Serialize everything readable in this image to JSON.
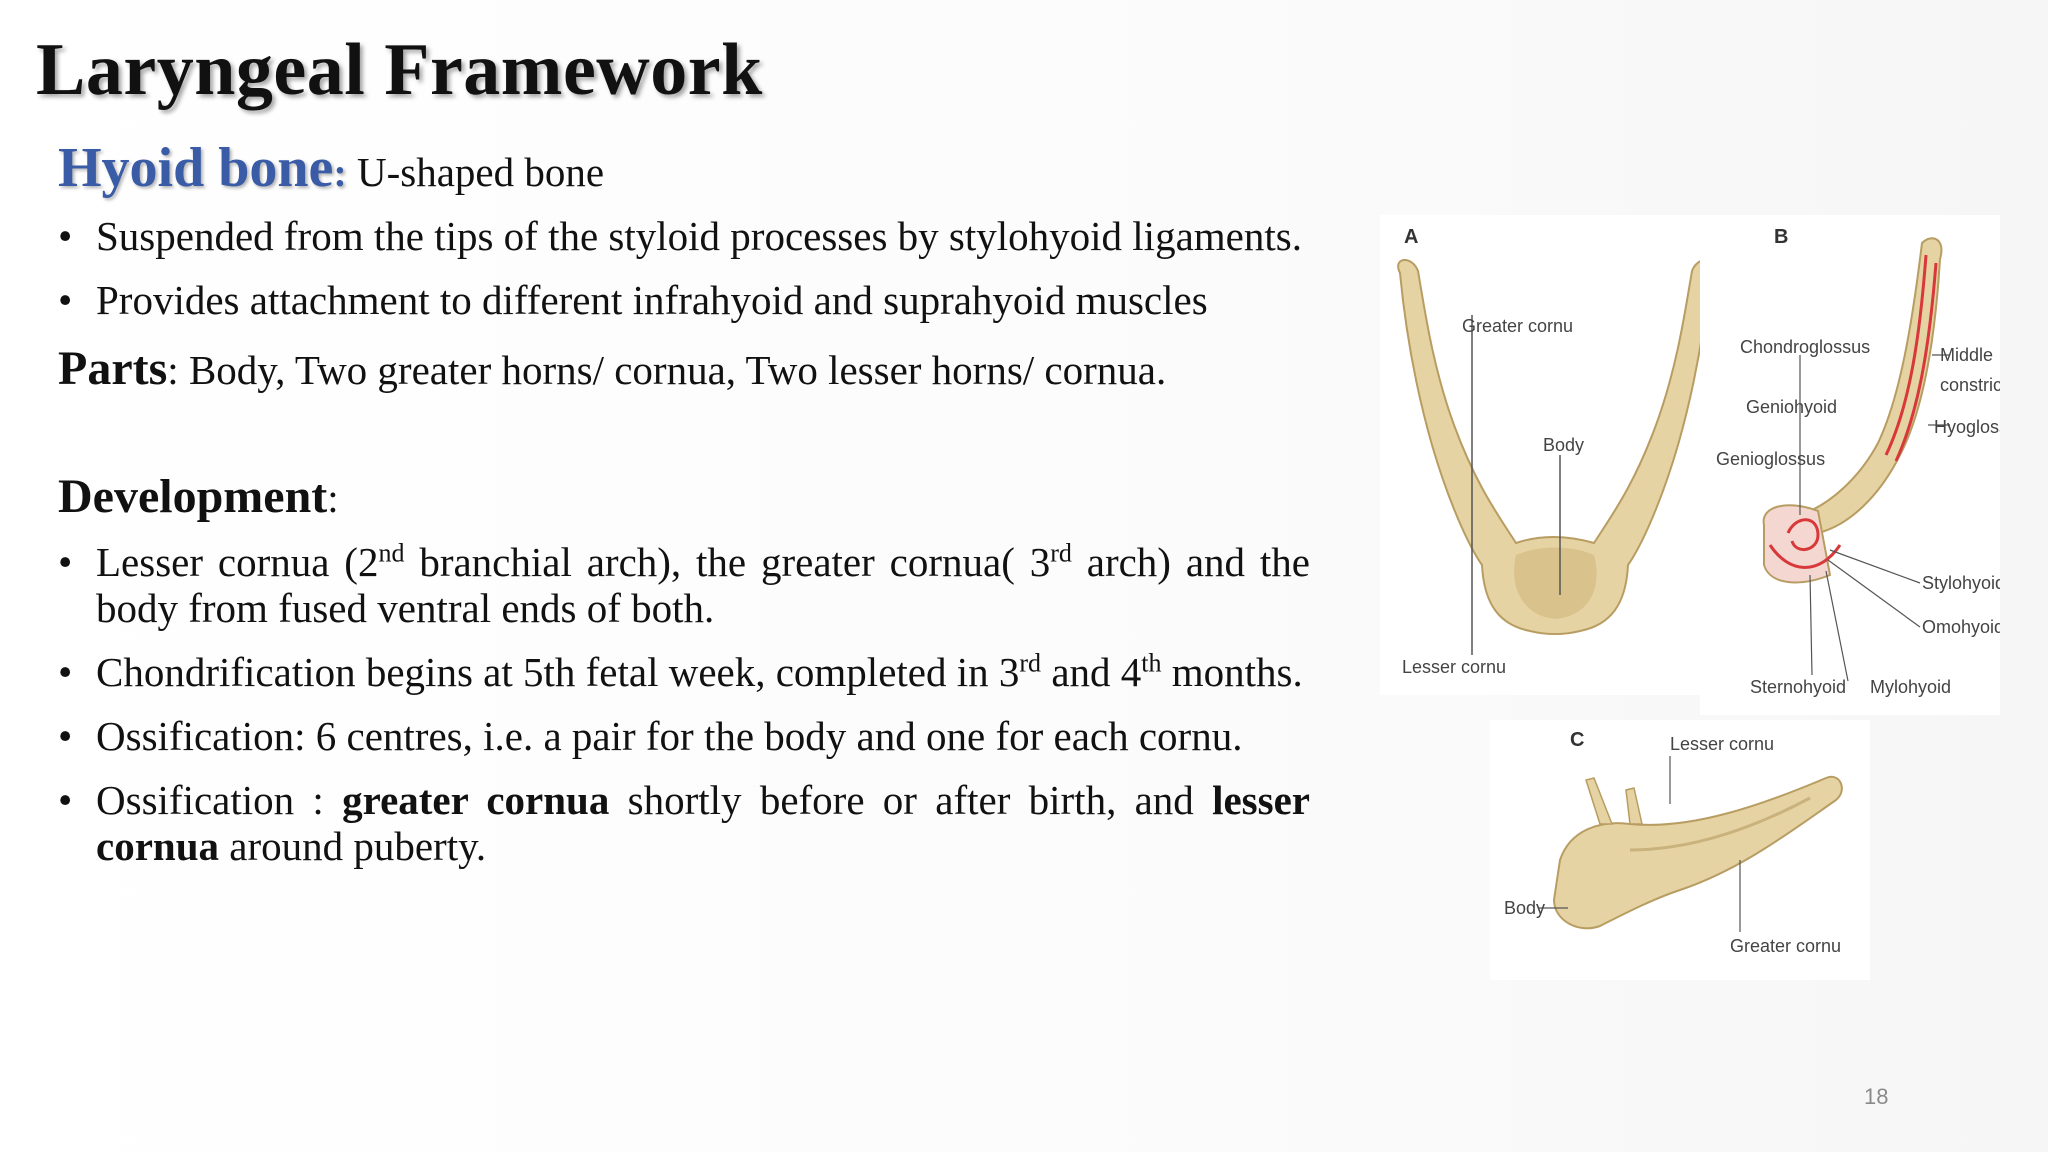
{
  "slide": {
    "title": "Laryngeal Framework",
    "page_number": "18"
  },
  "hyoid": {
    "label": "Hyoid bone",
    "colon": ":",
    "desc": " U-shaped bone",
    "bullets": [
      "Suspended from the tips of the styloid processes by stylohyoid ligaments.",
      "Provides attachment to different infrahyoid and suprahyoid muscles"
    ]
  },
  "parts": {
    "label": "Parts",
    "colon": ":",
    "text": "  Body, Two greater horns/ cornua, Two lesser horns/ cornua."
  },
  "development": {
    "label": "Development",
    "colon": ":",
    "b1": {
      "t1": "Lesser cornua (2",
      "s1": "nd",
      "t2": " branchial arch), the greater cornua( 3",
      "s2": "rd",
      "t3": " arch)  and the body from fused ventral ends of both."
    },
    "b2": {
      "t1": "Chondrification begins at  5th fetal week, completed in 3",
      "s1": "rd",
      "t2": " and 4",
      "s2": "th",
      "t3": " months."
    },
    "b3": "Ossification: 6 centres, i.e. a pair for the body and one for each cornu.",
    "b4": {
      "t1": "Ossification : ",
      "bold1": "greater cornua",
      "t2": " shortly before or after birth, and ",
      "bold2": "lesser cornua",
      "t3": " around puberty."
    }
  },
  "figure": {
    "panel_a": {
      "letter": "A",
      "labels": {
        "greater_cornu": "Greater cornu",
        "body": "Body",
        "lesser_cornu": "Lesser cornu"
      }
    },
    "panel_b": {
      "letter": "B",
      "labels": {
        "chondroglossus": "Chondroglossus",
        "geniohyoid": "Geniohyoid",
        "genioglossus": "Genioglossus",
        "middle": "Middle",
        "constrictor": "constrictor",
        "hyoglossus": "Hyoglossus",
        "stylohyoid": "Stylohyoid",
        "omohyoid": "Omohyoid",
        "sternohyoid": "Sternohyoid",
        "mylohyoid": "Mylohyoid"
      }
    },
    "panel_c": {
      "letter": "C",
      "labels": {
        "lesser_cornu": "Lesser cornu",
        "body": "Body",
        "greater_cornu": "Greater cornu"
      }
    },
    "colors": {
      "bone": "#e6d3a4",
      "bone_shade": "#c9b27c",
      "muscle": "#d8383a",
      "leader": "#555555"
    }
  }
}
